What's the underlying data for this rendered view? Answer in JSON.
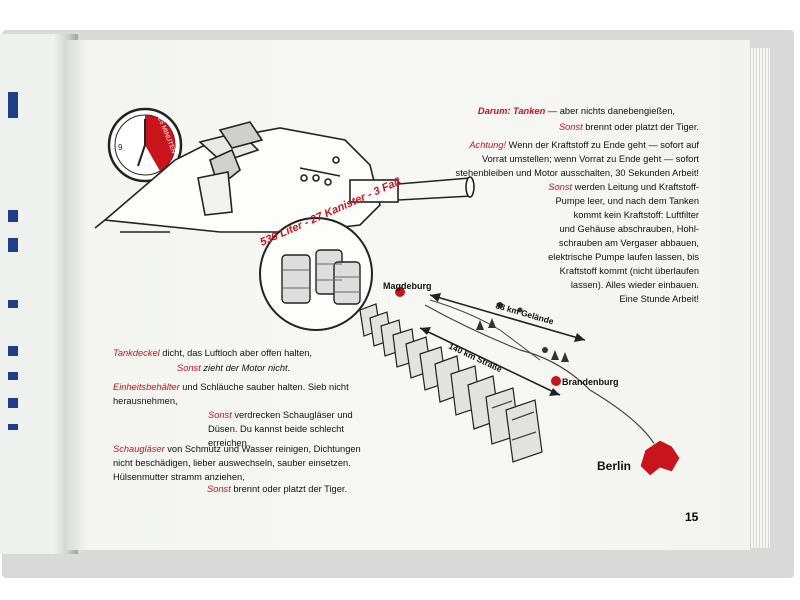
{
  "right_top": {
    "darum_label": "Darum: Tanken",
    "darum_rest": " — aber nichts danebengießen,",
    "sonst1_label": "Sonst",
    "sonst1_rest": " brennt oder platzt der Tiger.",
    "achtung_label": "Achtung!",
    "achtung_line1": " Wenn der Kraftstoff zu Ende geht — sofort auf",
    "achtung_line2": "Vorrat umstellen; wenn Vorrat zu Ende geht — sofort",
    "achtung_line3": "stehenbleiben und Motor ausschalten, 30 Sekunden Arbeit!",
    "sonst2_label": "Sonst",
    "sonst2_line1": " werden Leitung und Kraftstoff-",
    "sonst2_line2": "Pumpe leer, und nach dem Tanken",
    "sonst2_line3": "kommt kein Kraftstoff: Luftfilter",
    "sonst2_line4": "und Gehäuse abschrauben, Hohl-",
    "sonst2_line5": "schrauben am Vergaser abbauen,",
    "sonst2_line6": "elektrische Pumpe laufen lassen, bis",
    "sonst2_line7": "Kraftstoff kommt (nicht überlaufen",
    "sonst2_line8": "lassen). Alles wieder einbauen.",
    "sonst2_line9": "Eine Stunde Arbeit!"
  },
  "left_bottom": {
    "tankdeckel_label": "Tankdeckel",
    "tankdeckel_rest": " dicht, das Luftloch aber offen halten,",
    "sonst3_label": "Sonst",
    "sonst3_rest": " zieht der Motor nicht.",
    "einheit_label": "Einheitsbehälter",
    "einheit_rest": " und Schläuche sauber halten. Sieb nicht",
    "einheit_line2": "herausnehmen,",
    "sonst4_label": "Sonst",
    "sonst4_line1": " verdrecken Schaugläser und",
    "sonst4_line2": "Düsen. Du kannst beide schlecht",
    "sonst4_line3": "erreichen.",
    "schau_label": "Schaugläser",
    "schau_rest": " von Schmutz und Wasser reinigen, Dichtungen",
    "schau_line2": "nicht beschädigen, lieber auswechseln, sauber einsetzen.",
    "schau_line3": "Hülsenmutter stramm anziehen,",
    "sonst5_label": "Sonst",
    "sonst5_rest": " brennt oder platzt der Tiger."
  },
  "illustration": {
    "clock_label": "25 MINUTEN",
    "clock_numeral": "9",
    "fuel_label": "530 Liter - 27 Kanister - 3 Faß",
    "city_magdeburg": "Magdeburg",
    "city_brandenburg": "Brandenburg",
    "city_berlin": "Berlin",
    "road_gelaende": "88 km Gelände",
    "road_strasse": "140 km Straße"
  },
  "page_number": "15",
  "colors": {
    "accent_red": "#c8141a",
    "paper": "#f7f7f3",
    "ink": "#111111"
  }
}
